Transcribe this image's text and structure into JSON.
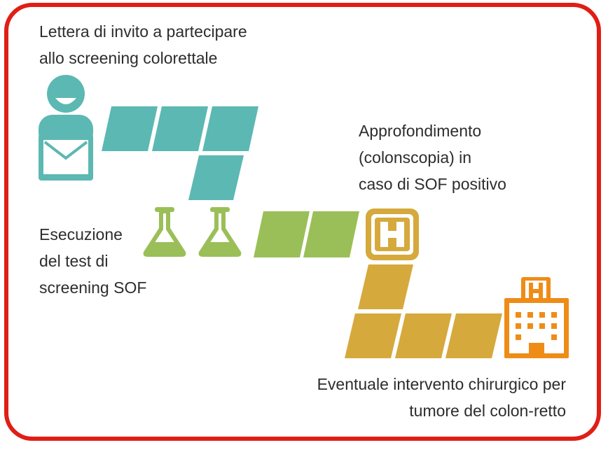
{
  "steps": {
    "invite": "Lettera di invito a partecipare\nallo screening colorettale",
    "test": "Esecuzione\ndel test di\nscreening SOF",
    "colonoscopy": "Approfondimento\n(colonscopia) in\ncaso di SOF positivo",
    "surgery": "Eventuale intervento chirurgico per\ntumore del colon-retto"
  },
  "colors": {
    "frame": "#e01e16",
    "teal": "#5cb8b2",
    "green": "#9bbf58",
    "gold": "#d6a93c",
    "orange": "#ef8c17",
    "text": "#2d2d2d"
  },
  "icons": [
    "person-envelope-icon",
    "flask-icon",
    "hospital-h-icon",
    "hospital-building-icon"
  ]
}
